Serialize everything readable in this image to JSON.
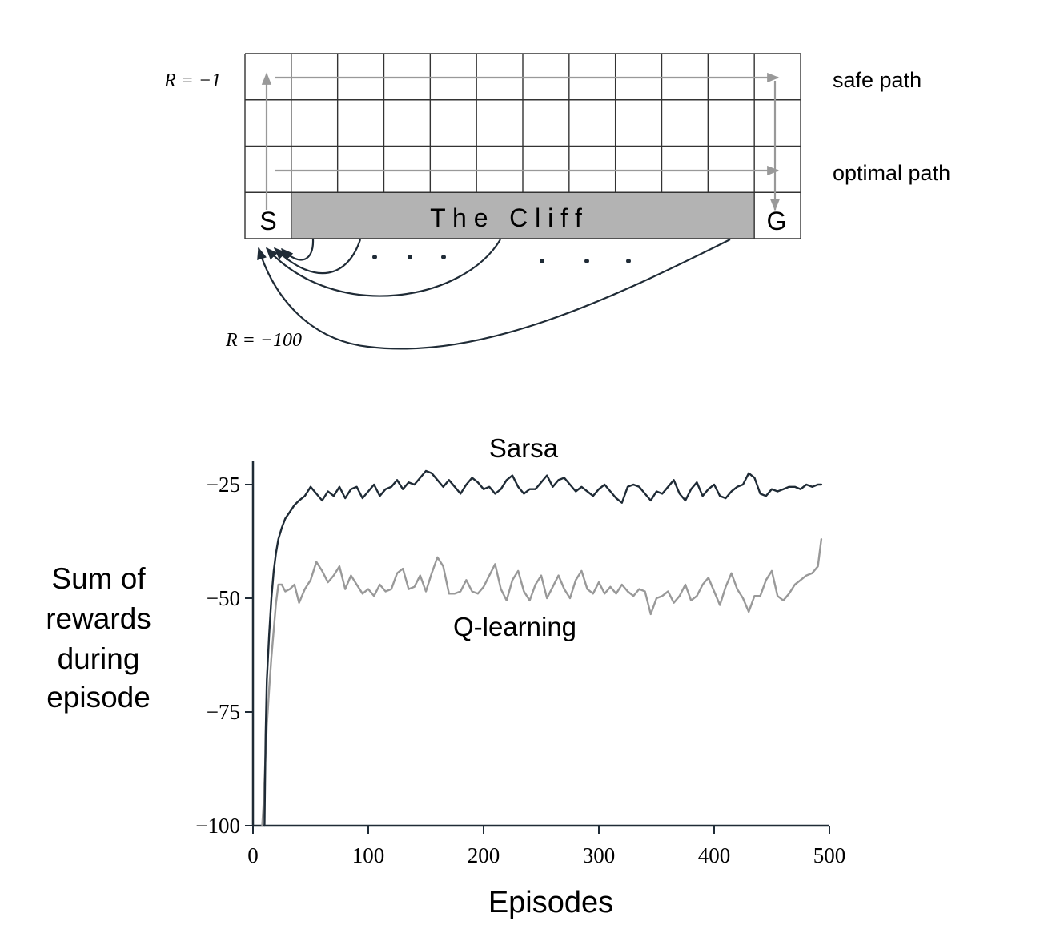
{
  "gridworld": {
    "reward_step_label": "R = −1",
    "reward_cliff_label": "R = −100",
    "start_label": "S",
    "goal_label": "G",
    "cliff_label": "T h e   C l i f f",
    "safe_path_label": "safe path",
    "optimal_path_label": "optimal path",
    "colors": {
      "cliff_fill": "#b3b3b3",
      "arrow": "#999999",
      "curve": "#1f2b36",
      "grid": "#333333"
    }
  },
  "chart_data": {
    "type": "line",
    "xlabel": "Episodes",
    "ylabel_lines": [
      "Sum of",
      "rewards",
      "during",
      "episode"
    ],
    "xlim": [
      0,
      500
    ],
    "ylim": [
      -100,
      -20
    ],
    "xticks": [
      0,
      100,
      200,
      300,
      400,
      500
    ],
    "yticks": [
      -25,
      -50,
      -75,
      -100
    ],
    "xtick_labels": [
      "0",
      "100",
      "200",
      "300",
      "400",
      "500"
    ],
    "ytick_labels": [
      "−25",
      "−50",
      "−75",
      "−100"
    ],
    "grid": false,
    "series": [
      {
        "name": "Sarsa",
        "color": "#1f2b36",
        "x": [
          10,
          11,
          12,
          14,
          16,
          18,
          20,
          22,
          25,
          28,
          32,
          36,
          40,
          45,
          50,
          55,
          60,
          65,
          70,
          75,
          80,
          85,
          90,
          95,
          100,
          105,
          110,
          115,
          120,
          125,
          130,
          135,
          140,
          145,
          150,
          155,
          160,
          165,
          170,
          175,
          180,
          185,
          190,
          195,
          200,
          205,
          210,
          215,
          220,
          225,
          230,
          235,
          240,
          245,
          250,
          255,
          260,
          265,
          270,
          275,
          280,
          285,
          290,
          295,
          300,
          305,
          310,
          315,
          320,
          325,
          330,
          335,
          340,
          345,
          350,
          355,
          360,
          365,
          370,
          375,
          380,
          385,
          390,
          395,
          400,
          405,
          410,
          415,
          420,
          425,
          430,
          435,
          440,
          445,
          450,
          455,
          460,
          465,
          470,
          475,
          480,
          485,
          490,
          493
        ],
        "y": [
          -100,
          -80,
          -68,
          -58,
          -50,
          -44,
          -40,
          -37,
          -34.5,
          -32.5,
          -31,
          -29.5,
          -28.5,
          -27.5,
          -25.5,
          -27,
          -28.5,
          -26.5,
          -27.5,
          -25.5,
          -28,
          -26,
          -25.5,
          -28,
          -26.5,
          -25,
          -27.5,
          -26,
          -25.5,
          -24,
          -26,
          -24.5,
          -25,
          -23.5,
          -22,
          -22.5,
          -24,
          -25.5,
          -24,
          -25.5,
          -27,
          -25,
          -23.5,
          -24.5,
          -26,
          -25.5,
          -27,
          -26,
          -24,
          -23,
          -25.5,
          -27,
          -26,
          -26,
          -24.5,
          -23,
          -25.5,
          -24,
          -23.5,
          -25,
          -26.5,
          -25.5,
          -26.5,
          -27.5,
          -26,
          -25,
          -26.5,
          -28,
          -29,
          -25.5,
          -25,
          -25.5,
          -27,
          -28.5,
          -26.5,
          -27,
          -25.5,
          -24,
          -27,
          -28.5,
          -26,
          -24.5,
          -27.5,
          -26,
          -25,
          -27.5,
          -28,
          -26.5,
          -25.5,
          -25,
          -22.5,
          -23.5,
          -27,
          -27.5,
          -26,
          -26.5,
          -26,
          -25.5,
          -25.5,
          -26,
          -25,
          -25.5,
          -25,
          -25
        ]
      },
      {
        "name": "Q-learning",
        "color": "#999999",
        "x": [
          8,
          9,
          10,
          11,
          12,
          14,
          16,
          18,
          20,
          22,
          25,
          28,
          32,
          36,
          40,
          45,
          50,
          55,
          60,
          65,
          70,
          75,
          80,
          85,
          90,
          95,
          100,
          105,
          110,
          115,
          120,
          125,
          130,
          135,
          140,
          145,
          150,
          155,
          160,
          165,
          170,
          175,
          180,
          185,
          190,
          195,
          200,
          205,
          210,
          215,
          220,
          225,
          230,
          235,
          240,
          245,
          250,
          255,
          260,
          265,
          270,
          275,
          280,
          285,
          290,
          295,
          300,
          305,
          310,
          315,
          320,
          325,
          330,
          335,
          340,
          345,
          350,
          355,
          360,
          365,
          370,
          375,
          380,
          385,
          390,
          395,
          400,
          405,
          410,
          415,
          420,
          425,
          430,
          435,
          440,
          445,
          450,
          455,
          460,
          465,
          470,
          475,
          480,
          485,
          490,
          493
        ],
        "y": [
          -100,
          -96,
          -90,
          -84,
          -78,
          -70,
          -63,
          -57,
          -51,
          -47,
          -47,
          -48.5,
          -48,
          -47,
          -51,
          -48,
          -46,
          -42,
          -44,
          -46.5,
          -45,
          -43,
          -48,
          -45,
          -47,
          -49,
          -48,
          -49.5,
          -47,
          -48.5,
          -48,
          -44.5,
          -43.5,
          -48,
          -47.5,
          -45,
          -48.5,
          -44.5,
          -41,
          -43,
          -49,
          -49,
          -48.5,
          -46,
          -48.5,
          -49,
          -47.5,
          -45,
          -42.5,
          -48,
          -50.5,
          -46,
          -44,
          -48.5,
          -50.5,
          -47,
          -45,
          -50,
          -47.5,
          -45,
          -48,
          -50,
          -46,
          -44,
          -48,
          -49,
          -46.5,
          -49,
          -47.5,
          -49,
          -47,
          -48.5,
          -49.5,
          -48,
          -48.5,
          -53.5,
          -50,
          -49.5,
          -48.5,
          -51,
          -49.5,
          -47,
          -50.5,
          -49.5,
          -47,
          -45.5,
          -48.5,
          -51.5,
          -47.5,
          -44.5,
          -48,
          -50,
          -53,
          -49.5,
          -49.5,
          -46,
          -44,
          -49.5,
          -50.5,
          -49,
          -47,
          -46,
          -45,
          -44.5,
          -43,
          -37
        ]
      }
    ]
  }
}
